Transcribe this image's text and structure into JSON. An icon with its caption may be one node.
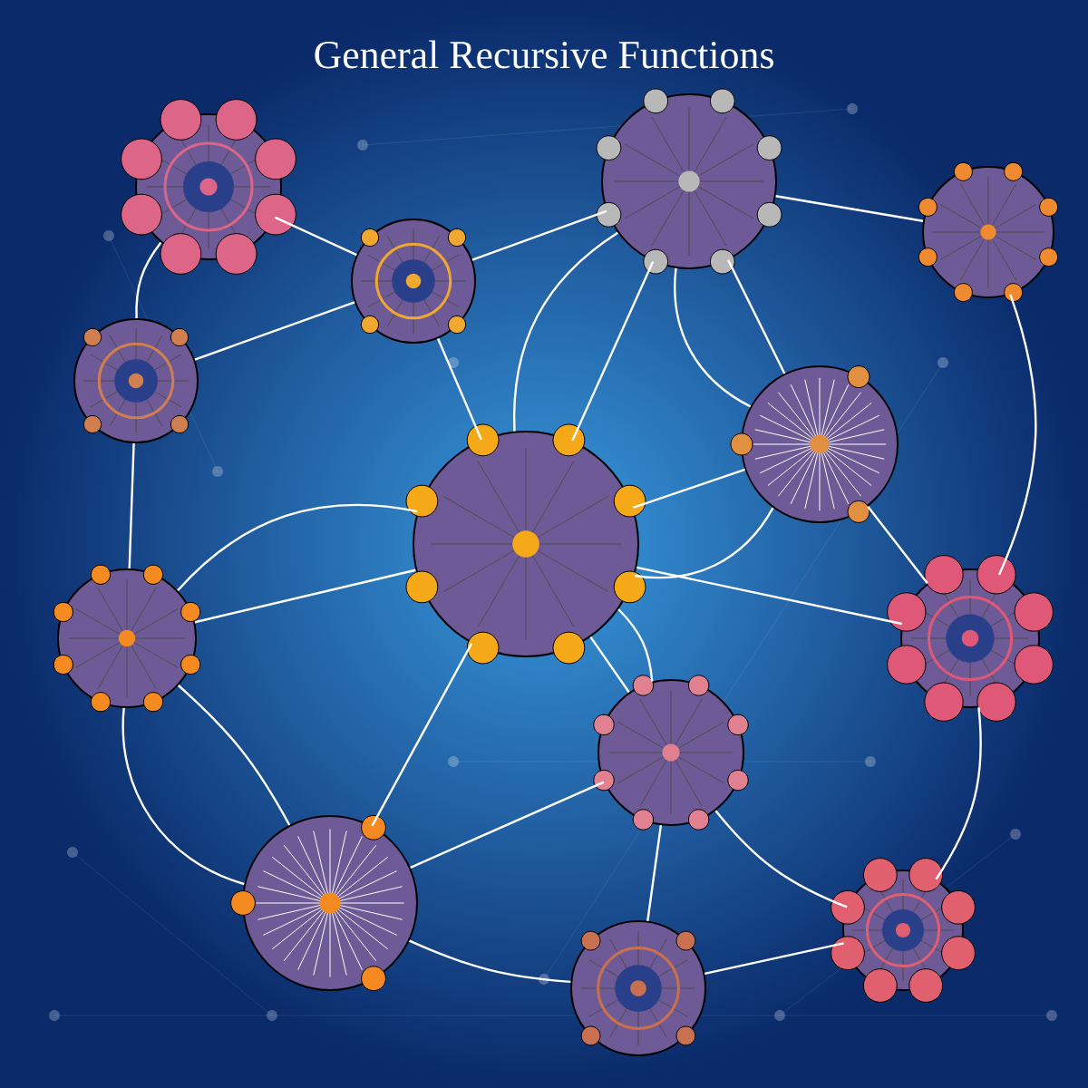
{
  "diagram": {
    "title": "General Recursive Functions",
    "nodes": [
      {
        "text": [],
        "shape": "picture"
      },
      {
        "text": [],
        "shape": "picture"
      },
      {
        "text": [],
        "shape": "picture"
      },
      {
        "text": [],
        "shape": "picture"
      },
      {
        "text": [],
        "shape": "picture"
      },
      {
        "text": [],
        "shape": "picture"
      },
      {
        "text": [],
        "shape": "picture"
      },
      {
        "text": [],
        "shape": "picture"
      },
      {
        "text": [],
        "shape": "picture"
      },
      {
        "text": [],
        "shape": "picture"
      },
      {
        "text": [],
        "shape": "picture"
      },
      {
        "text": [],
        "shape": "picture"
      },
      {
        "text": [],
        "shape": "picture"
      }
    ],
    "edges": [
      {
        "from": 0,
        "to": 1,
        "arrow": "none"
      },
      {
        "from": 0,
        "to": 4,
        "arrow": "none"
      },
      {
        "from": 4,
        "to": 1,
        "arrow": "none"
      },
      {
        "from": 4,
        "to": 7,
        "arrow": "none"
      },
      {
        "from": 1,
        "to": 2,
        "arrow": "none"
      },
      {
        "from": 1,
        "to": 6,
        "arrow": "none"
      },
      {
        "from": 6,
        "to": 2,
        "arrow": "none"
      },
      {
        "from": 2,
        "to": 6,
        "arrow": "none"
      },
      {
        "from": 2,
        "to": 5,
        "arrow": "none"
      },
      {
        "from": 2,
        "to": 5,
        "arrow": "none"
      },
      {
        "from": 2,
        "to": 3,
        "arrow": "none"
      },
      {
        "from": 3,
        "to": 8,
        "arrow": "none"
      },
      {
        "from": 5,
        "to": 6,
        "arrow": "none"
      },
      {
        "from": 5,
        "to": 8,
        "arrow": "none"
      },
      {
        "from": 6,
        "to": 8,
        "arrow": "none"
      },
      {
        "from": 6,
        "to": 5,
        "arrow": "none"
      },
      {
        "from": 6,
        "to": 9,
        "arrow": "none"
      },
      {
        "from": 6,
        "to": 9,
        "arrow": "none"
      },
      {
        "from": 7,
        "to": 6,
        "arrow": "none"
      },
      {
        "from": 7,
        "to": 6,
        "arrow": "none"
      },
      {
        "from": 6,
        "to": 10,
        "arrow": "none"
      },
      {
        "from": 7,
        "to": 10,
        "arrow": "none"
      },
      {
        "from": 7,
        "to": 10,
        "arrow": "none"
      },
      {
        "from": 10,
        "to": 9,
        "arrow": "none"
      },
      {
        "from": 10,
        "to": 12,
        "arrow": "none"
      },
      {
        "from": 9,
        "to": 12,
        "arrow": "none"
      },
      {
        "from": 9,
        "to": 11,
        "arrow": "none"
      },
      {
        "from": 12,
        "to": 11,
        "arrow": "none"
      },
      {
        "from": 8,
        "to": 11,
        "arrow": "none"
      }
    ]
  }
}
